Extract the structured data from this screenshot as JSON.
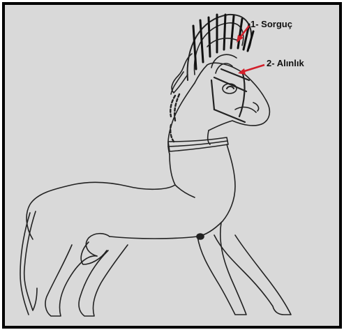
{
  "labels": [
    {
      "id": "1",
      "text": "1-  Sorguç"
    },
    {
      "id": "2",
      "text": "2- Alınlık"
    }
  ],
  "colors": {
    "background": "#d9d9d9",
    "frame": "#000000",
    "line": "#222222",
    "arrow": "#d21f2a"
  }
}
